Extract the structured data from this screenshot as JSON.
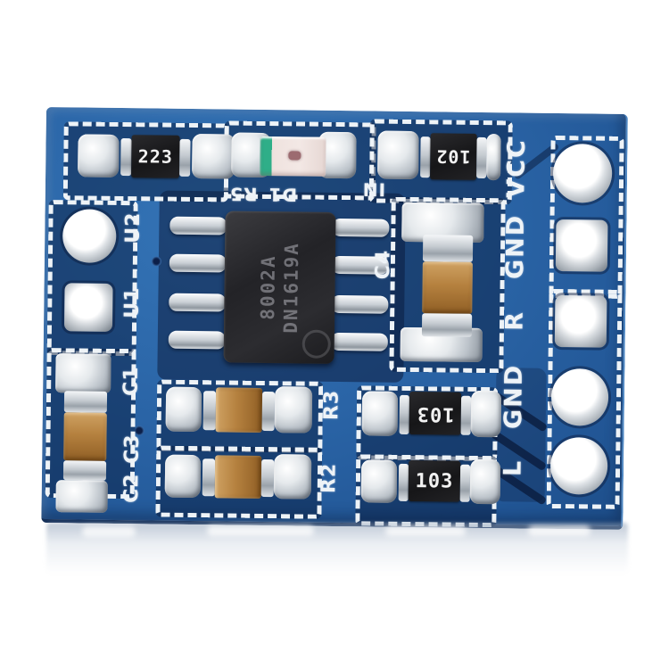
{
  "photo": {
    "subject": "Blue PCB mono audio amplifier breakout module, top-down product photo on white background with soft reflection"
  },
  "board": {
    "silk_color": "#eef3f7",
    "pcb_color": "#2b66a8",
    "pcb_dark": "#16335f",
    "pins": [
      "VCC",
      "GND",
      "R",
      "GND",
      "L"
    ],
    "left_pads": [
      "U2",
      "U1"
    ],
    "ic": {
      "line1": "8002A",
      "line2": "DN1619A"
    },
    "codes": {
      "r_top_left": "223",
      "r_top_right": "102",
      "r_bottom_upper": "103",
      "r_bottom_lower": "103"
    },
    "refs": {
      "led": "D1",
      "led_resistor": "R5",
      "input": "IN",
      "cap1": "C1",
      "cap2": "C2",
      "cap3": "C3",
      "cap4": "C4",
      "r2": "R2",
      "r3": "R3"
    }
  }
}
